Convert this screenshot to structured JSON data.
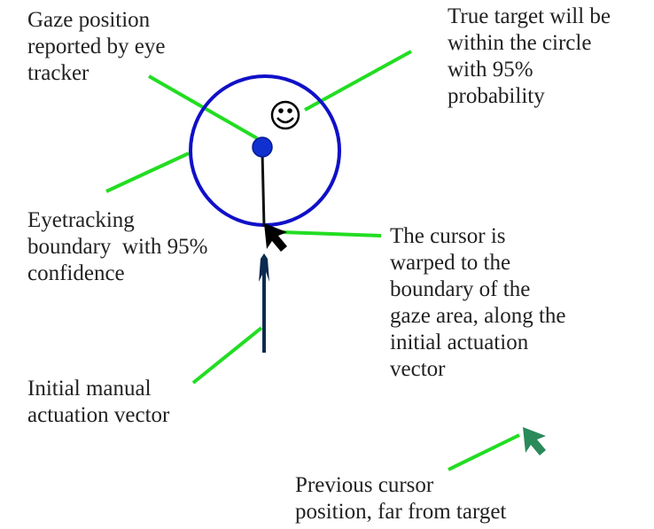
{
  "labels": {
    "gaze_position": [
      "Gaze position",
      "reported by eye",
      "tracker"
    ],
    "true_target": [
      "True target will be",
      "within the circle",
      "with 95%",
      "probability"
    ],
    "eyetracking_boundary": [
      "Eyetracking",
      "boundary  with 95%",
      "confidence"
    ],
    "cursor_warped": [
      "The cursor is",
      "warped to the",
      "boundary of the",
      "gaze area, along the",
      "initial actuation",
      "vector"
    ],
    "initial_vector": [
      "Initial manual",
      "actuation vector"
    ],
    "previous_cursor": [
      "Previous cursor",
      "position, far from target"
    ]
  },
  "colors": {
    "leader_line": "#22dd22",
    "circle": "#1010c8",
    "gaze_dot": "#1030d0",
    "vector": "#0c2a50",
    "cursor": "#000000",
    "previous_cursor": "#2a8a5a",
    "text": "#222222"
  },
  "icons": {
    "target": "smiley-face-icon",
    "cursor": "arrow-cursor-icon",
    "previous_cursor": "arrow-cursor-icon"
  }
}
